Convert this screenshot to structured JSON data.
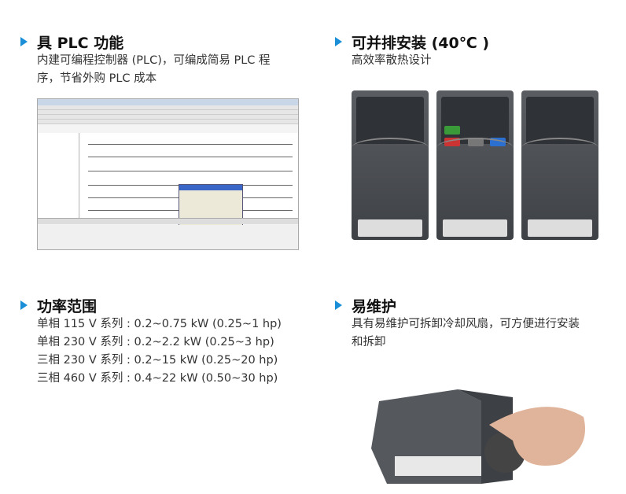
{
  "accent_color": "#1a8fd8",
  "sections": {
    "plc": {
      "title": "具 PLC 功能",
      "lines": [
        "内建可编程控制器 (PLC)，可编成简易 PLC 程",
        "序，节省外购 PLC 成本"
      ]
    },
    "side": {
      "title": "可并排安装 (40℃ )",
      "lines": [
        "高效率散热设计"
      ]
    },
    "power": {
      "title": "功率范围",
      "lines": [
        "单相 115 V 系列 : 0.2~0.75 kW (0.25~1 hp)",
        "单相 230 V 系列 : 0.2~2.2 kW  (0.25~3 hp)",
        "三相 230 V 系列 : 0.2~15 kW  (0.25~20 hp)",
        "三相 460 V 系列 : 0.4~22 kW   (0.50~30 hp)"
      ]
    },
    "maint": {
      "title": "易维护",
      "lines": [
        "具有易维护可拆卸冷却风扇，可方便进行安装",
        "和拆卸"
      ]
    }
  },
  "images": {
    "plc": "plc-software-screenshot",
    "drives": "three-drives-side-by-side",
    "fan": "hand-removing-fan"
  }
}
